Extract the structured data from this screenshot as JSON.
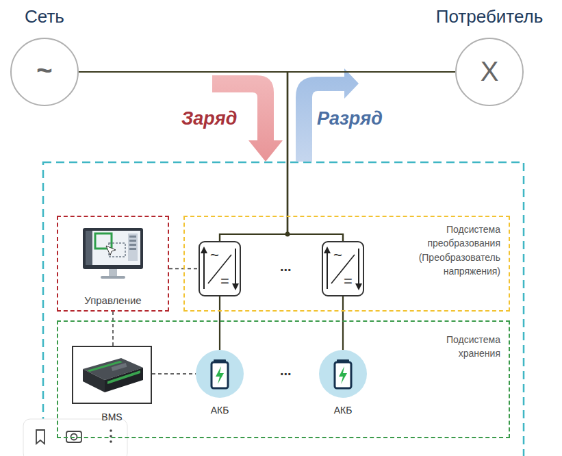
{
  "diagram": {
    "nodes": [
      {
        "text": [
          "Сеть",
          "~"
        ]
      },
      {
        "text": [
          "Потребитель",
          "X"
        ]
      },
      {
        "text": [
          "Управление"
        ]
      },
      {
        "text": [
          "Подсистема преобразования (Преобразователь напряжения)"
        ]
      },
      {
        "text": [
          "~",
          "="
        ],
        "in": 3
      },
      {
        "text": [
          "~",
          "="
        ],
        "in": 3
      },
      {
        "text": [
          "Подсистема хранения"
        ]
      },
      {
        "text": [
          "BMS"
        ],
        "in": 6
      },
      {
        "text": [
          "АКБ"
        ],
        "in": 6
      },
      {
        "text": [
          "АКБ"
        ],
        "in": 6
      }
    ],
    "edges": [
      {
        "from": 0,
        "to": 1,
        "arrow": "none"
      },
      {
        "from": 0,
        "to": 4,
        "arrow": "none"
      },
      {
        "from": 1,
        "to": 4,
        "arrow": "none"
      },
      {
        "from": 0,
        "to": 5,
        "arrow": "none"
      },
      {
        "from": 1,
        "to": 5,
        "arrow": "none"
      },
      {
        "from": 2,
        "to": 4,
        "arrow": "none"
      },
      {
        "from": 2,
        "to": 7,
        "arrow": "none"
      },
      {
        "from": 7,
        "to": 8,
        "arrow": "none"
      },
      {
        "from": 4,
        "to": 8,
        "arrow": "none"
      },
      {
        "from": 5,
        "to": 9,
        "arrow": "none"
      }
    ],
    "labels": [
      "Заряд",
      "Разряд",
      "...",
      "..."
    ]
  }
}
